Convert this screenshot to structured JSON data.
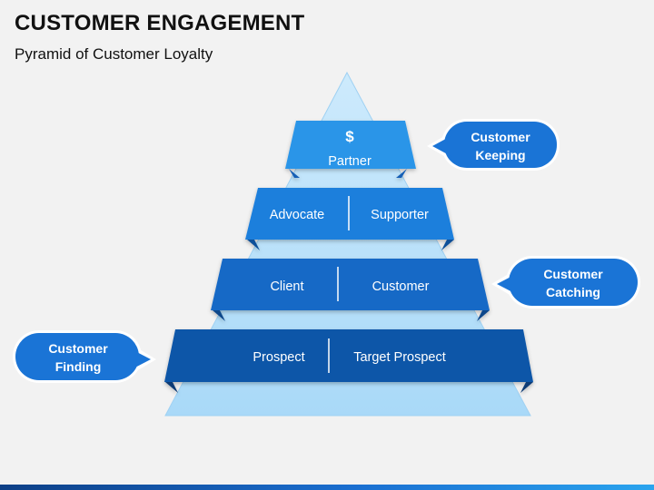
{
  "header": {
    "title": "CUSTOMER ENGAGEMENT",
    "subtitle": "Pyramid of Customer Loyalty"
  },
  "pyramid": {
    "tier1": {
      "symbol": "$",
      "label": "Partner"
    },
    "tier2": {
      "left": "Advocate",
      "right": "Supporter"
    },
    "tier3": {
      "left": "Client",
      "right": "Customer"
    },
    "tier4": {
      "left": "Prospect",
      "right": "Target Prospect"
    }
  },
  "callouts": {
    "keeping": {
      "line1": "Customer",
      "line2": "Keeping"
    },
    "catching": {
      "line1": "Customer",
      "line2": "Catching"
    },
    "finding": {
      "line1": "Customer",
      "line2": "Finding"
    }
  },
  "colors": {
    "background": "#f2f2f2",
    "pyramid_fill": "#b8e0fa",
    "tier1": "#2b95e8",
    "tier2": "#1f7fdc",
    "tier3": "#1769c6",
    "tier4": "#0f56a8",
    "callout": "#1a74d6"
  }
}
